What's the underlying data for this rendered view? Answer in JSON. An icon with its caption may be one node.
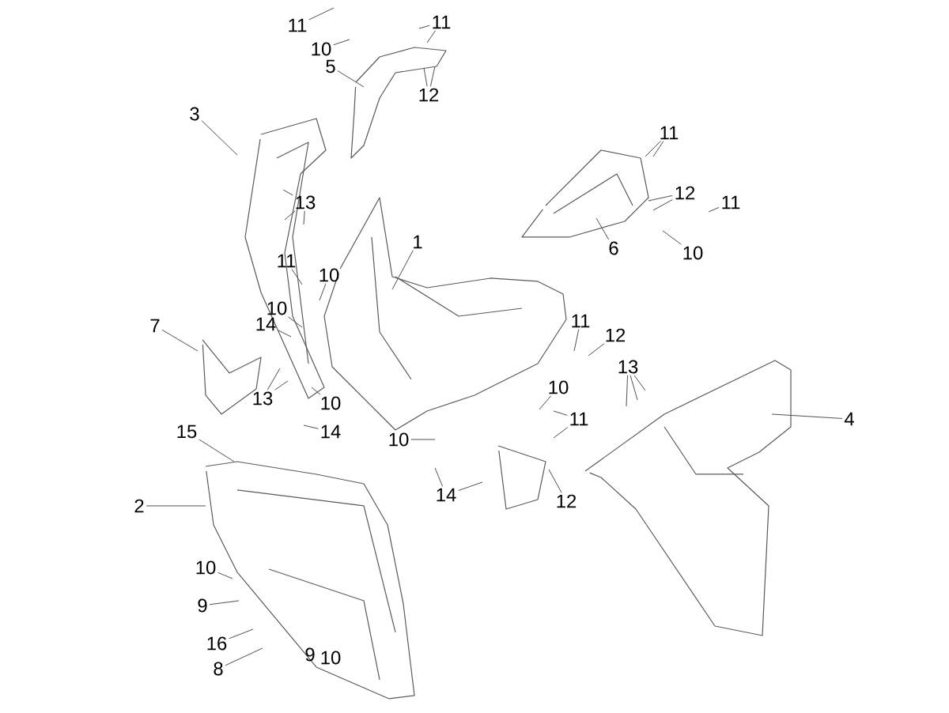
{
  "diagram": {
    "nodes": [
      {
        "text": [
          "11"
        ]
      },
      {
        "text": [
          "10"
        ]
      },
      {
        "text": [
          "11"
        ]
      },
      {
        "text": [
          "5"
        ]
      },
      {
        "text": [
          "12"
        ]
      },
      {
        "text": [
          "3"
        ]
      },
      {
        "text": [
          "13"
        ]
      },
      {
        "text": [
          "1"
        ]
      },
      {
        "text": [
          "11"
        ]
      },
      {
        "text": [
          "10"
        ]
      },
      {
        "text": [
          "10"
        ]
      },
      {
        "text": [
          "14"
        ]
      },
      {
        "text": [
          "7"
        ]
      },
      {
        "text": [
          "13"
        ]
      },
      {
        "text": [
          "10"
        ]
      },
      {
        "text": [
          "14"
        ]
      },
      {
        "text": [
          "11"
        ]
      },
      {
        "text": [
          "12"
        ]
      },
      {
        "text": [
          "11"
        ]
      },
      {
        "text": [
          "6"
        ]
      },
      {
        "text": [
          "10"
        ]
      },
      {
        "text": [
          "11"
        ]
      },
      {
        "text": [
          "12"
        ]
      },
      {
        "text": [
          "10"
        ]
      },
      {
        "text": [
          "11"
        ]
      },
      {
        "text": [
          "13"
        ]
      },
      {
        "text": [
          "4"
        ]
      },
      {
        "text": [
          "10"
        ]
      },
      {
        "text": [
          "14"
        ]
      },
      {
        "text": [
          "12"
        ]
      },
      {
        "text": [
          "15"
        ]
      },
      {
        "text": [
          "2"
        ]
      },
      {
        "text": [
          "10"
        ]
      },
      {
        "text": [
          "9"
        ]
      },
      {
        "text": [
          "16"
        ]
      },
      {
        "text": [
          "8"
        ]
      }
    ],
    "edges": [
      {
        "from": 0,
        "to": null,
        "arrow": "none"
      },
      {
        "from": 1,
        "to": null,
        "arrow": "none"
      },
      {
        "from": 2,
        "to": null,
        "arrow": "none"
      },
      {
        "from": 2,
        "to": null,
        "arrow": "none"
      },
      {
        "from": 3,
        "to": null,
        "arrow": "none"
      },
      {
        "from": 4,
        "to": null,
        "arrow": "none"
      },
      {
        "from": 4,
        "to": null,
        "arrow": "none"
      },
      {
        "from": 5,
        "to": null,
        "arrow": "none"
      },
      {
        "from": 6,
        "to": null,
        "arrow": "none"
      },
      {
        "from": 6,
        "to": null,
        "arrow": "none"
      },
      {
        "from": 6,
        "to": null,
        "arrow": "none"
      },
      {
        "from": 7,
        "to": null,
        "arrow": "none"
      },
      {
        "from": 8,
        "to": null,
        "arrow": "none"
      },
      {
        "from": 9,
        "to": null,
        "arrow": "none"
      },
      {
        "from": 10,
        "to": null,
        "arrow": "none"
      },
      {
        "from": 11,
        "to": null,
        "arrow": "none"
      },
      {
        "from": 12,
        "to": null,
        "arrow": "none"
      },
      {
        "from": 13,
        "to": null,
        "arrow": "none"
      },
      {
        "from": 13,
        "to": null,
        "arrow": "none"
      },
      {
        "from": 14,
        "to": null,
        "arrow": "none"
      },
      {
        "from": 15,
        "to": null,
        "arrow": "none"
      },
      {
        "from": 16,
        "to": null,
        "arrow": "none"
      },
      {
        "from": 16,
        "to": null,
        "arrow": "none"
      },
      {
        "from": 17,
        "to": null,
        "arrow": "none"
      },
      {
        "from": 17,
        "to": null,
        "arrow": "none"
      },
      {
        "from": 18,
        "to": null,
        "arrow": "none"
      },
      {
        "from": 19,
        "to": null,
        "arrow": "none"
      },
      {
        "from": 20,
        "to": null,
        "arrow": "none"
      },
      {
        "from": 21,
        "to": null,
        "arrow": "none"
      },
      {
        "from": 22,
        "to": null,
        "arrow": "none"
      },
      {
        "from": 23,
        "to": null,
        "arrow": "none"
      },
      {
        "from": 24,
        "to": null,
        "arrow": "none"
      },
      {
        "from": 24,
        "to": null,
        "arrow": "none"
      },
      {
        "from": 25,
        "to": null,
        "arrow": "none"
      },
      {
        "from": 25,
        "to": null,
        "arrow": "none"
      },
      {
        "from": 25,
        "to": null,
        "arrow": "none"
      },
      {
        "from": 26,
        "to": null,
        "arrow": "none"
      },
      {
        "from": 27,
        "to": null,
        "arrow": "none"
      },
      {
        "from": 28,
        "to": null,
        "arrow": "none"
      },
      {
        "from": 28,
        "to": null,
        "arrow": "none"
      },
      {
        "from": 29,
        "to": null,
        "arrow": "none"
      },
      {
        "from": 30,
        "to": null,
        "arrow": "none"
      },
      {
        "from": 31,
        "to": null,
        "arrow": "none"
      },
      {
        "from": 32,
        "to": null,
        "arrow": "none"
      },
      {
        "from": 33,
        "to": null,
        "arrow": "none"
      },
      {
        "from": 34,
        "to": null,
        "arrow": "none"
      },
      {
        "from": 35,
        "to": null,
        "arrow": "none"
      }
    ],
    "labels": [
      "9",
      "10"
    ]
  }
}
